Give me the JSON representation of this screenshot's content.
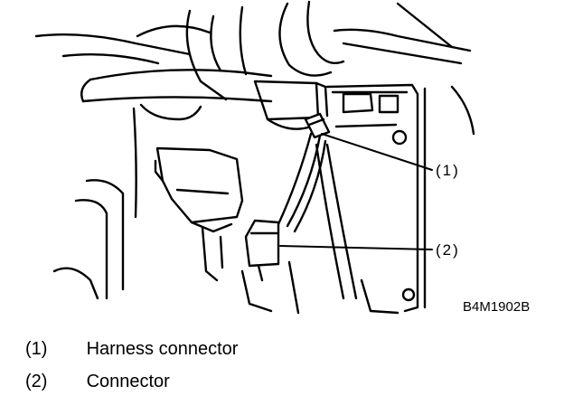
{
  "diagram": {
    "figure_code": "B4M1902B",
    "callouts": [
      {
        "label": "(1)"
      },
      {
        "label": "(2)"
      }
    ]
  },
  "legend": [
    {
      "number": "(1)",
      "text": "Harness connector"
    },
    {
      "number": "(2)",
      "text": "Connector"
    }
  ]
}
